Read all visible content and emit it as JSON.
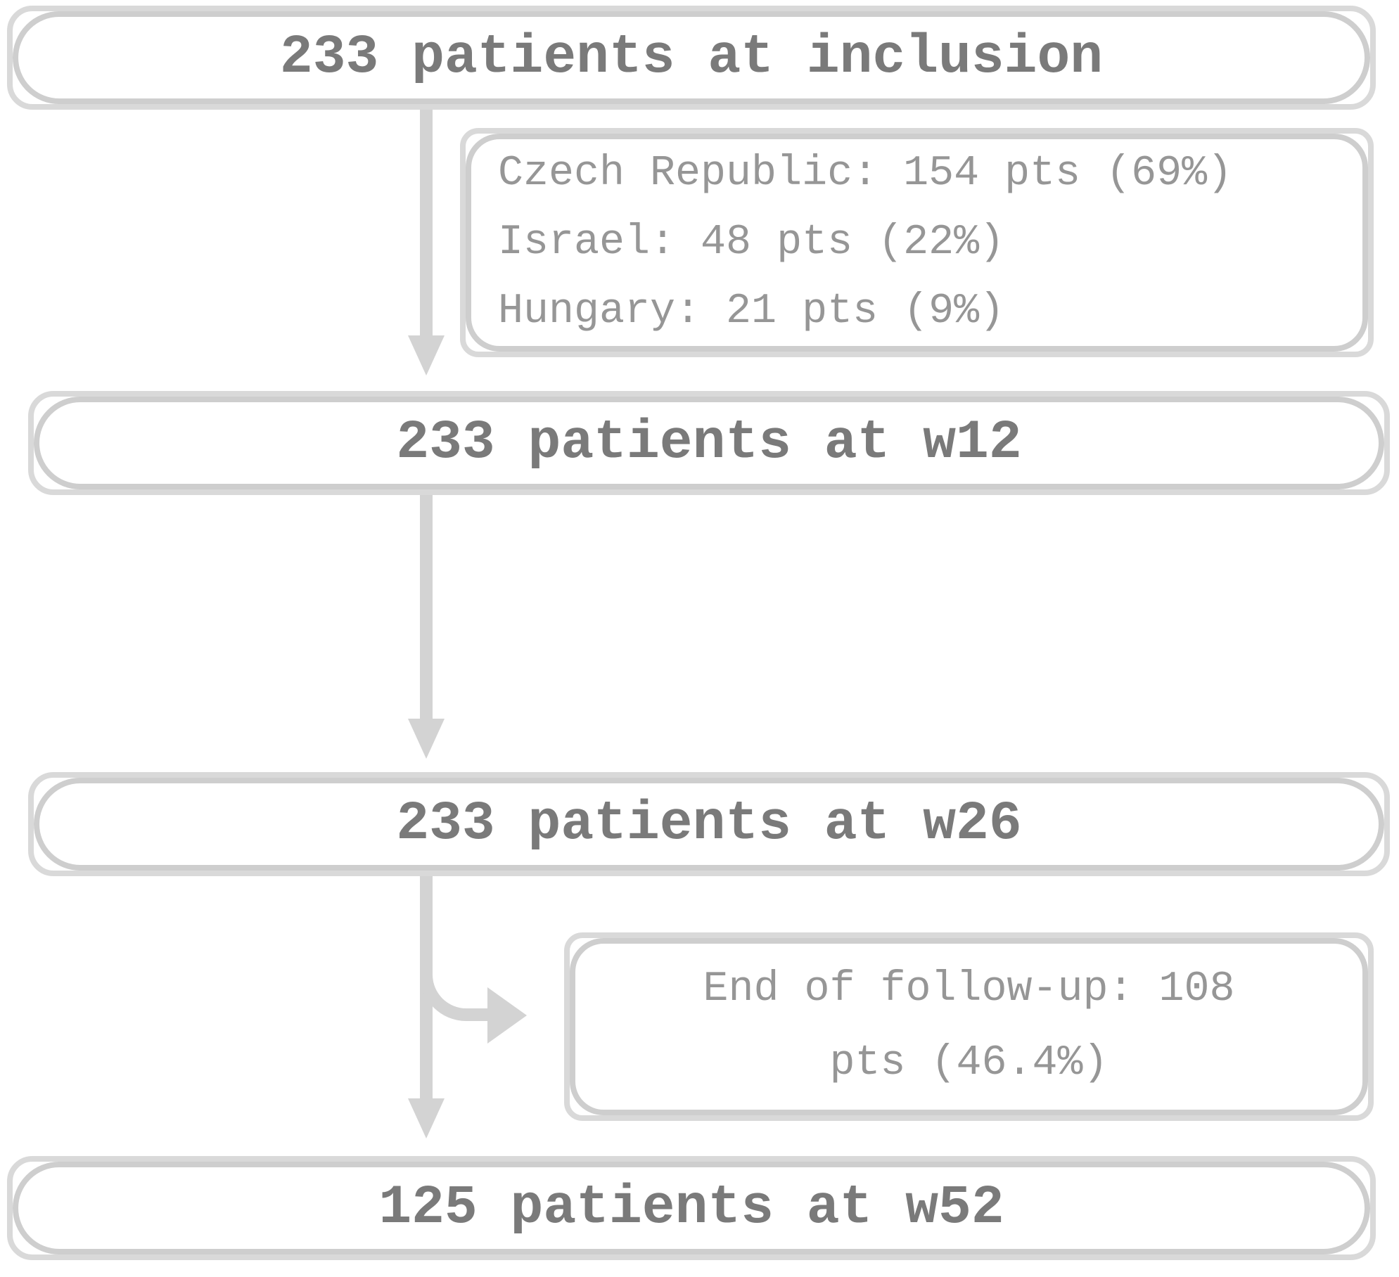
{
  "diagram": {
    "type": "patient-flowchart",
    "colors": {
      "background": "#ffffff",
      "node_border": "#cecece",
      "node_shadow": "#d9d9d9",
      "arrow": "#d3d3d3",
      "node_text": "#7a7a7a",
      "annotation_text": "#969696"
    },
    "nodes": [
      {
        "id": "inclusion",
        "label": "233 patients at inclusion"
      },
      {
        "id": "w12",
        "label": "233 patients at w12"
      },
      {
        "id": "w26",
        "label": "233 patients at w26"
      },
      {
        "id": "w52",
        "label": "125 patients at w52"
      }
    ],
    "annotations": [
      {
        "id": "countries",
        "lines": [
          "Czech Republic: 154 pts (69%)",
          "Israel: 48 pts (22%)",
          "Hungary: 21 pts (9%)"
        ]
      },
      {
        "id": "end-of-followup",
        "lines": [
          "End of follow-up: 108",
          "pts (46.4%)"
        ]
      }
    ],
    "edges": [
      {
        "from": "inclusion",
        "to": "w12"
      },
      {
        "from": "w12",
        "to": "w26"
      },
      {
        "from": "w26",
        "to": "w52"
      },
      {
        "from": "w26",
        "to": "end-of-followup"
      }
    ]
  }
}
